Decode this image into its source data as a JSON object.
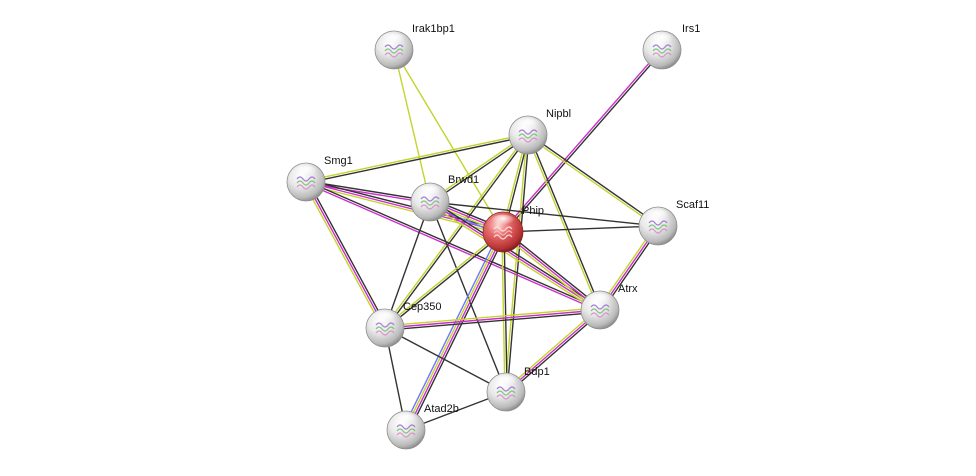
{
  "colors": {
    "query_node": "#d34646",
    "other_node": "#e2e2e2",
    "edge_black": "#333333",
    "edge_yellow": "#c3d52c",
    "edge_magenta": "#cc2fcc",
    "edge_blue": "#6b78ff",
    "edge_teal": "#3aa3a3"
  },
  "nodes": [
    {
      "id": "Irak1bp1",
      "label": "Irak1bp1",
      "query": false,
      "icon": "protein-structure"
    },
    {
      "id": "Irs1",
      "label": "Irs1",
      "query": false,
      "icon": "protein-structure"
    },
    {
      "id": "Nipbl",
      "label": "Nipbl",
      "query": false,
      "icon": "protein-structure"
    },
    {
      "id": "Smg1",
      "label": "Smg1",
      "query": false,
      "icon": "protein-structure"
    },
    {
      "id": "Brwd1",
      "label": "Brwd1",
      "query": false,
      "icon": "protein-structure"
    },
    {
      "id": "Phip",
      "label": "Phip",
      "query": true,
      "icon": "protein-structure"
    },
    {
      "id": "Scaf11",
      "label": "Scaf11",
      "query": false,
      "icon": "protein-structure"
    },
    {
      "id": "Atrx",
      "label": "Atrx",
      "query": false,
      "icon": "protein-structure"
    },
    {
      "id": "Cep350",
      "label": "Cep350",
      "query": false,
      "icon": "protein-structure"
    },
    {
      "id": "Bdp1",
      "label": "Bdp1",
      "query": false,
      "icon": "protein-structure"
    },
    {
      "id": "Atad2b",
      "label": "Atad2b",
      "query": false,
      "icon": "protein-structure"
    }
  ],
  "edges": [
    {
      "source": "Irak1bp1",
      "target": "Brwd1",
      "evidence": [
        "yellow"
      ]
    },
    {
      "source": "Irak1bp1",
      "target": "Phip",
      "evidence": [
        "yellow"
      ]
    },
    {
      "source": "Irs1",
      "target": "Phip",
      "evidence": [
        "black",
        "magenta"
      ]
    },
    {
      "source": "Nipbl",
      "target": "Smg1",
      "evidence": [
        "black",
        "yellow"
      ]
    },
    {
      "source": "Nipbl",
      "target": "Brwd1",
      "evidence": [
        "black",
        "yellow"
      ]
    },
    {
      "source": "Nipbl",
      "target": "Phip",
      "evidence": [
        "black",
        "yellow"
      ]
    },
    {
      "source": "Nipbl",
      "target": "Scaf11",
      "evidence": [
        "black",
        "yellow"
      ]
    },
    {
      "source": "Nipbl",
      "target": "Atrx",
      "evidence": [
        "black",
        "yellow"
      ]
    },
    {
      "source": "Nipbl",
      "target": "Cep350",
      "evidence": [
        "black",
        "yellow"
      ]
    },
    {
      "source": "Nipbl",
      "target": "Bdp1",
      "evidence": [
        "black",
        "yellow"
      ]
    },
    {
      "source": "Smg1",
      "target": "Brwd1",
      "evidence": [
        "black",
        "magenta"
      ]
    },
    {
      "source": "Smg1",
      "target": "Phip",
      "evidence": [
        "black",
        "magenta",
        "yellow"
      ]
    },
    {
      "source": "Smg1",
      "target": "Atrx",
      "evidence": [
        "black",
        "magenta"
      ]
    },
    {
      "source": "Smg1",
      "target": "Cep350",
      "evidence": [
        "black",
        "magenta",
        "yellow"
      ]
    },
    {
      "source": "Brwd1",
      "target": "Phip",
      "evidence": [
        "black",
        "magenta",
        "yellow",
        "blue"
      ]
    },
    {
      "source": "Brwd1",
      "target": "Scaf11",
      "evidence": [
        "black"
      ]
    },
    {
      "source": "Brwd1",
      "target": "Atrx",
      "evidence": [
        "black",
        "magenta",
        "yellow"
      ]
    },
    {
      "source": "Brwd1",
      "target": "Cep350",
      "evidence": [
        "black"
      ]
    },
    {
      "source": "Brwd1",
      "target": "Bdp1",
      "evidence": [
        "black"
      ]
    },
    {
      "source": "Phip",
      "target": "Scaf11",
      "evidence": [
        "black"
      ]
    },
    {
      "source": "Phip",
      "target": "Atrx",
      "evidence": [
        "black",
        "magenta",
        "yellow"
      ]
    },
    {
      "source": "Phip",
      "target": "Cep350",
      "evidence": [
        "black",
        "yellow"
      ]
    },
    {
      "source": "Phip",
      "target": "Bdp1",
      "evidence": [
        "black",
        "yellow"
      ]
    },
    {
      "source": "Phip",
      "target": "Atad2b",
      "evidence": [
        "black",
        "magenta",
        "yellow",
        "blue"
      ]
    },
    {
      "source": "Scaf11",
      "target": "Atrx",
      "evidence": [
        "black",
        "magenta",
        "yellow"
      ]
    },
    {
      "source": "Atrx",
      "target": "Cep350",
      "evidence": [
        "black",
        "magenta",
        "yellow"
      ]
    },
    {
      "source": "Atrx",
      "target": "Bdp1",
      "evidence": [
        "black",
        "magenta",
        "yellow"
      ]
    },
    {
      "source": "Cep350",
      "target": "Bdp1",
      "evidence": [
        "black"
      ]
    },
    {
      "source": "Cep350",
      "target": "Atad2b",
      "evidence": [
        "black"
      ]
    },
    {
      "source": "Bdp1",
      "target": "Atad2b",
      "evidence": [
        "black"
      ]
    }
  ]
}
